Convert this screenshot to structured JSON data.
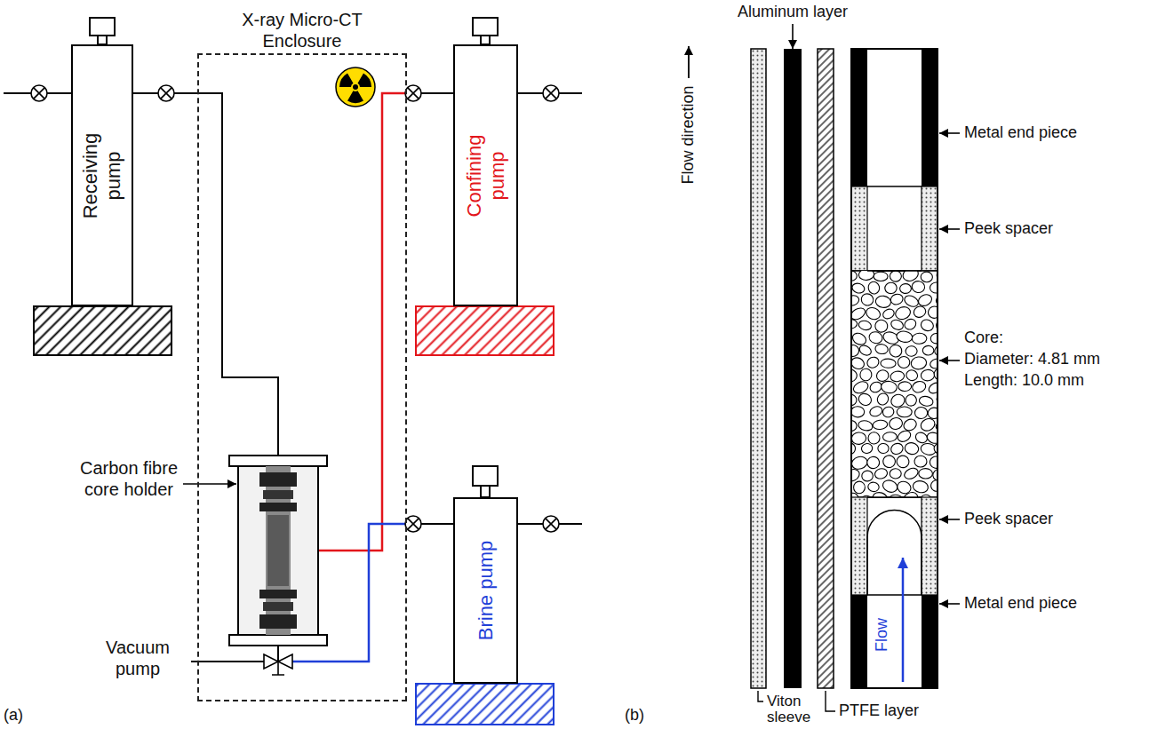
{
  "diagram": {
    "nodes": [
      {
        "text": [
          "Receiving pump"
        ]
      },
      {
        "text": [
          "X-ray Micro-CT Enclosure"
        ]
      },
      {
        "text": [
          "Confining pump"
        ]
      },
      {
        "text": [
          "Brine pump"
        ]
      }
    ],
    "labels": [
      "Carbon fibre core holder",
      "Vacuum pump",
      "(a)",
      "Aluminum layer",
      "Flow direction",
      "Metal end piece",
      "Peek spacer",
      "Core:",
      "Diameter: 4.81 mm",
      "Length: 10.0 mm",
      "Peek spacer",
      "Flow",
      "Metal end piece",
      "(b)",
      "Viton sleeve",
      "PTFE layer"
    ]
  }
}
